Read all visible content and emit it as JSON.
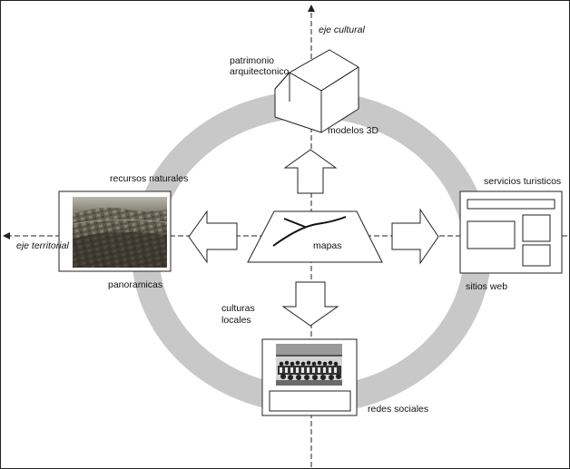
{
  "axes": {
    "vertical_label": "eje cultural",
    "horizontal_label": "eje territorial"
  },
  "nodes": {
    "top_heading_line1": "patrimonio",
    "top_heading_line2": "arquitectonico",
    "top_caption": "modelos 3D",
    "left_heading": "recursos naturales",
    "left_caption": "panoramicas",
    "right_heading": "servicios turisticos",
    "right_caption": "sitios web",
    "bottom_heading_line1": "culturas",
    "bottom_heading_line2": "locales",
    "bottom_caption": "redes sociales",
    "center_label": "mapas"
  },
  "colors": {
    "ring": "#c8c8c8",
    "line": "#222222",
    "landscape_dark": "#3e3b32",
    "landscape_light": "#8a8576",
    "photo_dark": "#2a2a2a",
    "photo_light": "#cfcfcf"
  }
}
